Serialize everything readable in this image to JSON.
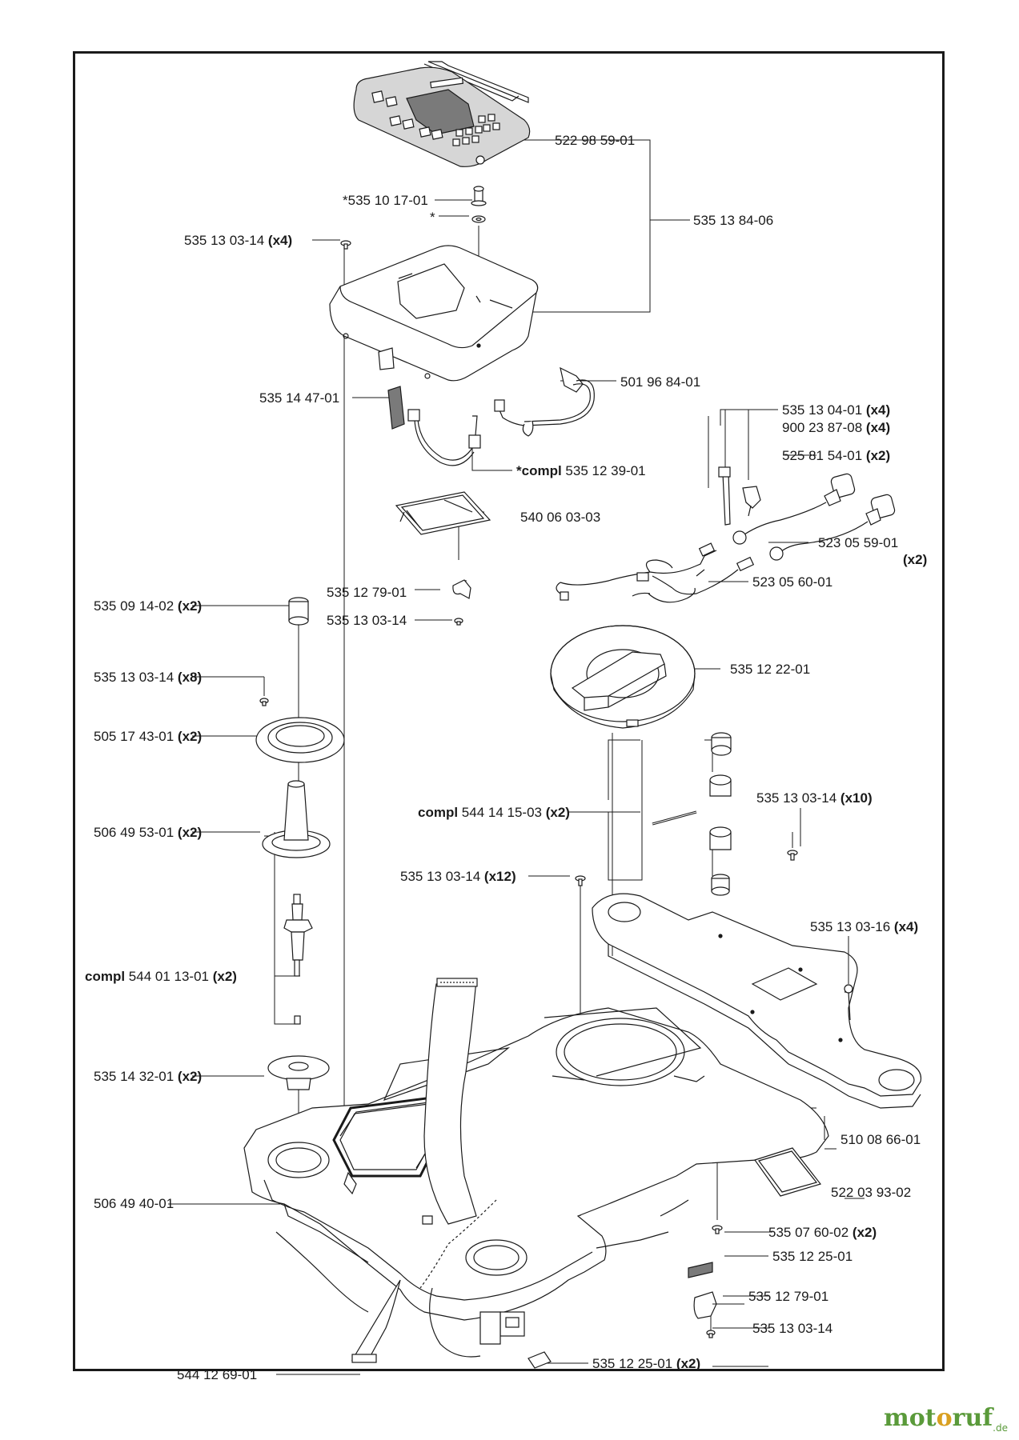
{
  "callouts": [
    {
      "part": "522 98 59-01",
      "qty": ""
    },
    {
      "part": "*535 10 17-01",
      "qty": ""
    },
    {
      "part": "*",
      "qty": ""
    },
    {
      "part": "535 13 84-06",
      "qty": ""
    },
    {
      "part": "535 13 03-14",
      "qty": "(x4)"
    },
    {
      "part": "501 96 84-01",
      "qty": ""
    },
    {
      "part": "535 14 47-01",
      "qty": ""
    },
    {
      "part": "535 13 04-01",
      "qty": "(x4)"
    },
    {
      "part": "900 23 87-08",
      "qty": "(x4)"
    },
    {
      "part": "525 81 54-01",
      "qty": "(x2)"
    },
    {
      "prefix": "*compl",
      "part": "535 12 39-01",
      "qty": ""
    },
    {
      "part": "540 06 03-03",
      "qty": ""
    },
    {
      "part": "523 05 59-01",
      "qty": ""
    },
    {
      "part": "",
      "qty": "(x2)"
    },
    {
      "part": "535 12 79-01",
      "qty": ""
    },
    {
      "part": "523 05 60-01",
      "qty": ""
    },
    {
      "part": "535 09 14-02",
      "qty": "(x2)"
    },
    {
      "part": "535 13 03-14",
      "qty": ""
    },
    {
      "part": "535 12 22-01",
      "qty": ""
    },
    {
      "part": "535 13 03-14",
      "qty": "(x8)"
    },
    {
      "part": "505 17 43-01",
      "qty": "(x2)"
    },
    {
      "part": "535 13 03-14",
      "qty": "(x10)"
    },
    {
      "prefix": "compl",
      "part": "544 14 15-03",
      "qty": "(x2)"
    },
    {
      "part": "506 49 53-01",
      "qty": "(x2)"
    },
    {
      "part": "535 13 03-14",
      "qty": "(x12)"
    },
    {
      "part": "535 13 03-16",
      "qty": "(x4)"
    },
    {
      "prefix": "compl",
      "part": "544 01 13-01",
      "qty": "(x2)"
    },
    {
      "part": "535 14 32-01",
      "qty": "(x2)"
    },
    {
      "part": "510 08 66-01",
      "qty": ""
    },
    {
      "part": "506 49 40-01",
      "qty": ""
    },
    {
      "part": "522 03 93-02",
      "qty": ""
    },
    {
      "part": "535 07 60-02",
      "qty": "(x2)"
    },
    {
      "part": "535 12 25-01",
      "qty": ""
    },
    {
      "part": "535 12 79-01",
      "qty": ""
    },
    {
      "part": "544 12 69-01",
      "qty": ""
    },
    {
      "part": "535 13 03-14",
      "qty": ""
    },
    {
      "part": "535 12 25-01",
      "qty": "(x2)"
    }
  ],
  "watermark": {
    "brand_a": "mot",
    "brand_o": "o",
    "brand_b": "ruf",
    "domain": ".de"
  },
  "colors": {
    "line": "#1a1a1a",
    "part_fill": "#ffffff",
    "display": "#7a7a7a",
    "panel": "#d6d6d6",
    "brand_green": "#5a9a3a",
    "brand_orange": "#d9a021"
  }
}
